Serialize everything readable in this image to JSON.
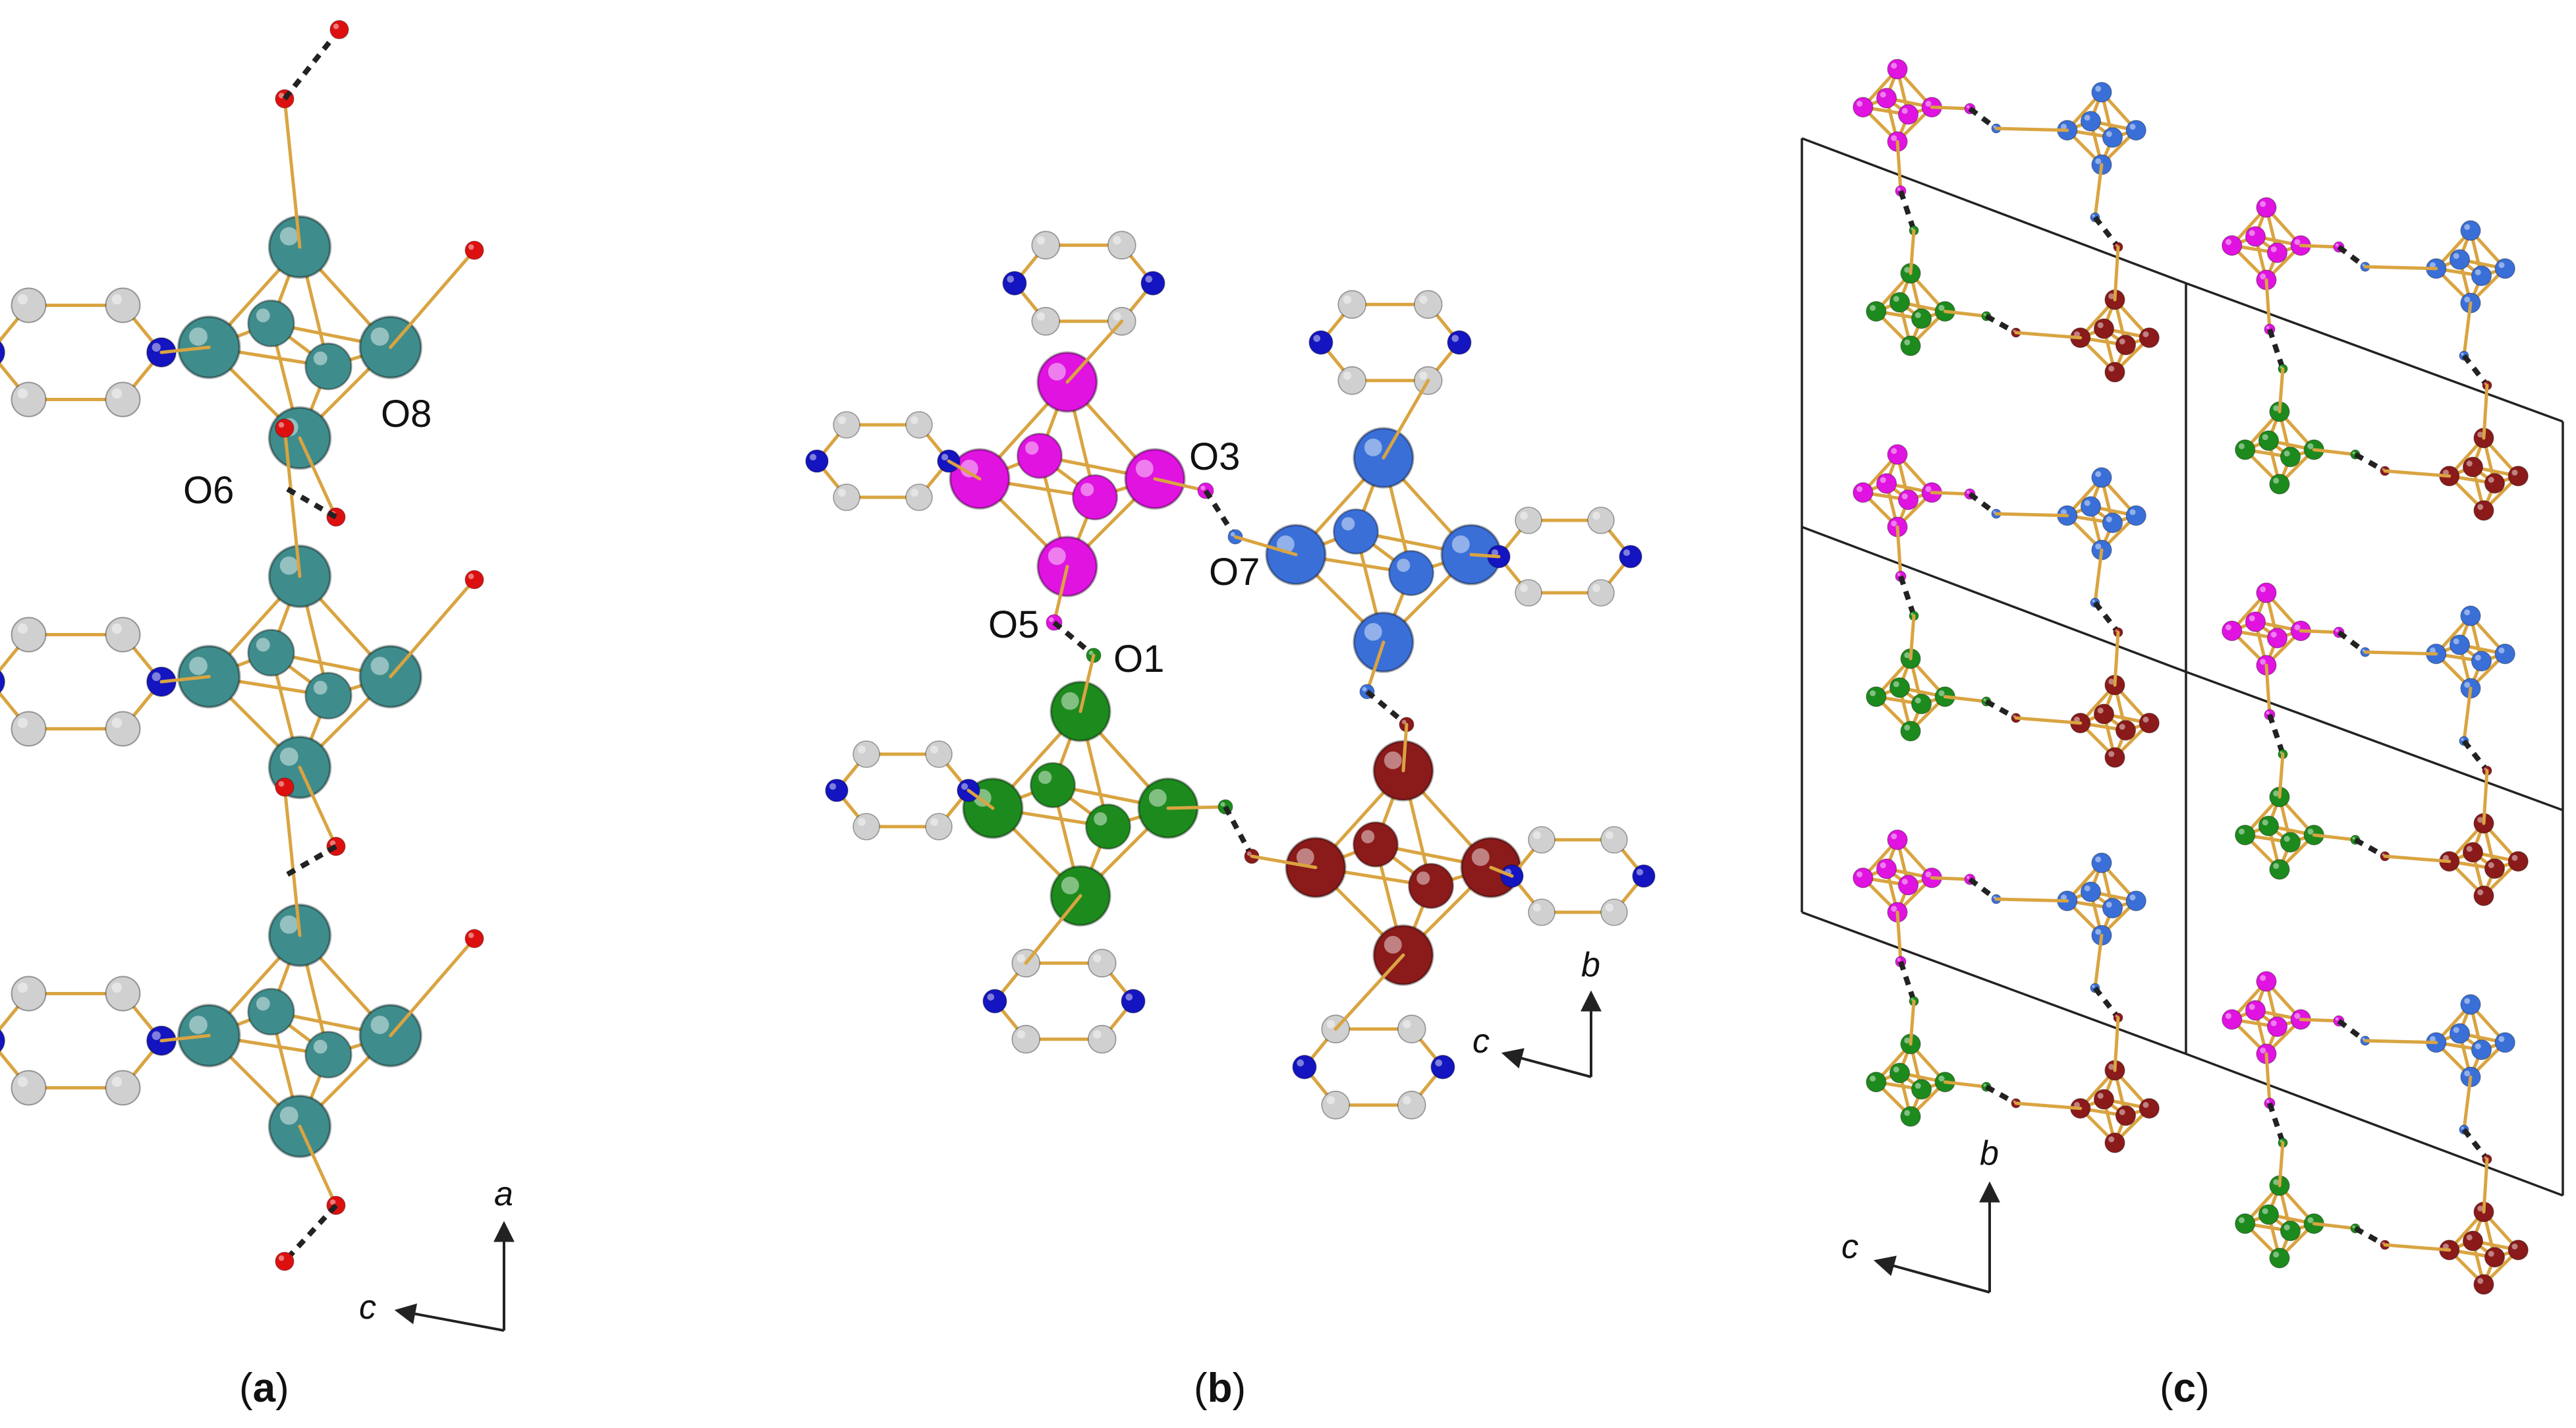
{
  "atom_colors": {
    "mo_a": "#3f8c8c",
    "mo_1": "#e013e0",
    "mo_2": "#3a6fd8",
    "mo_3": "#1d8a1d",
    "mo_4": "#8b1a1a",
    "nitrogen": "#1414c0",
    "carbon": "#d0d0d0",
    "oxygen": "#dd1010",
    "bond": "#d9a441",
    "hbond": "#222222"
  },
  "panel_a": {
    "labels": {
      "o8": "O8",
      "o6": "O6"
    },
    "axes": {
      "vertical": "a",
      "horizontal": "c"
    },
    "caption": {
      "open": "(",
      "letter": "a",
      "close": ")"
    }
  },
  "panel_b": {
    "labels": {
      "o3": "O3",
      "o7": "O7",
      "o5": "O5",
      "o1": "O1"
    },
    "axes": {
      "vertical": "b",
      "horizontal": "c"
    },
    "caption": {
      "open": "(",
      "letter": "b",
      "close": ")"
    }
  },
  "panel_c": {
    "axes": {
      "vertical": "b",
      "horizontal": "c"
    },
    "caption": {
      "open": "(",
      "letter": "c",
      "close": ")"
    }
  }
}
